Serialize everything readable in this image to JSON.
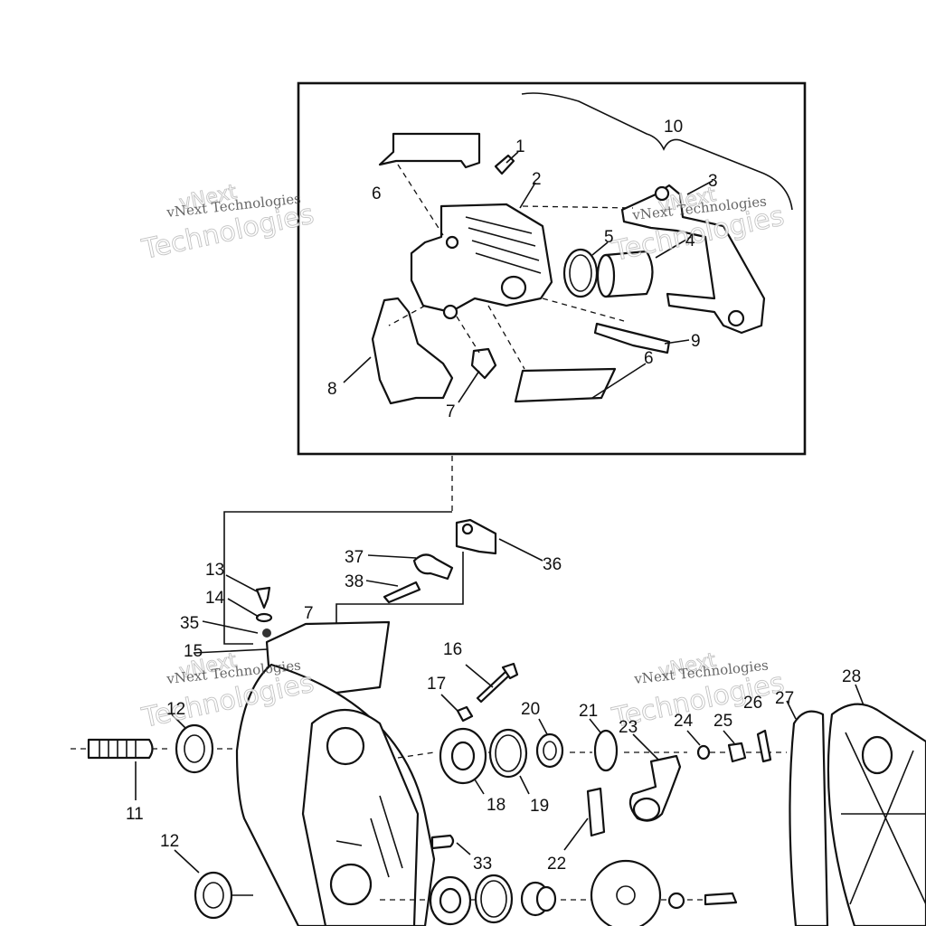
{
  "watermark": {
    "brand": "vNext",
    "company": "vNext Technologies",
    "word": "Technologies"
  },
  "callouts": [
    "1",
    "2",
    "3",
    "4",
    "5",
    "6",
    "7",
    "8",
    "9",
    "10",
    "11",
    "12",
    "13",
    "14",
    "15",
    "16",
    "17",
    "18",
    "19",
    "20",
    "21",
    "22",
    "23",
    "24",
    "25",
    "26",
    "27",
    "28",
    "33",
    "35",
    "36",
    "37",
    "38"
  ]
}
